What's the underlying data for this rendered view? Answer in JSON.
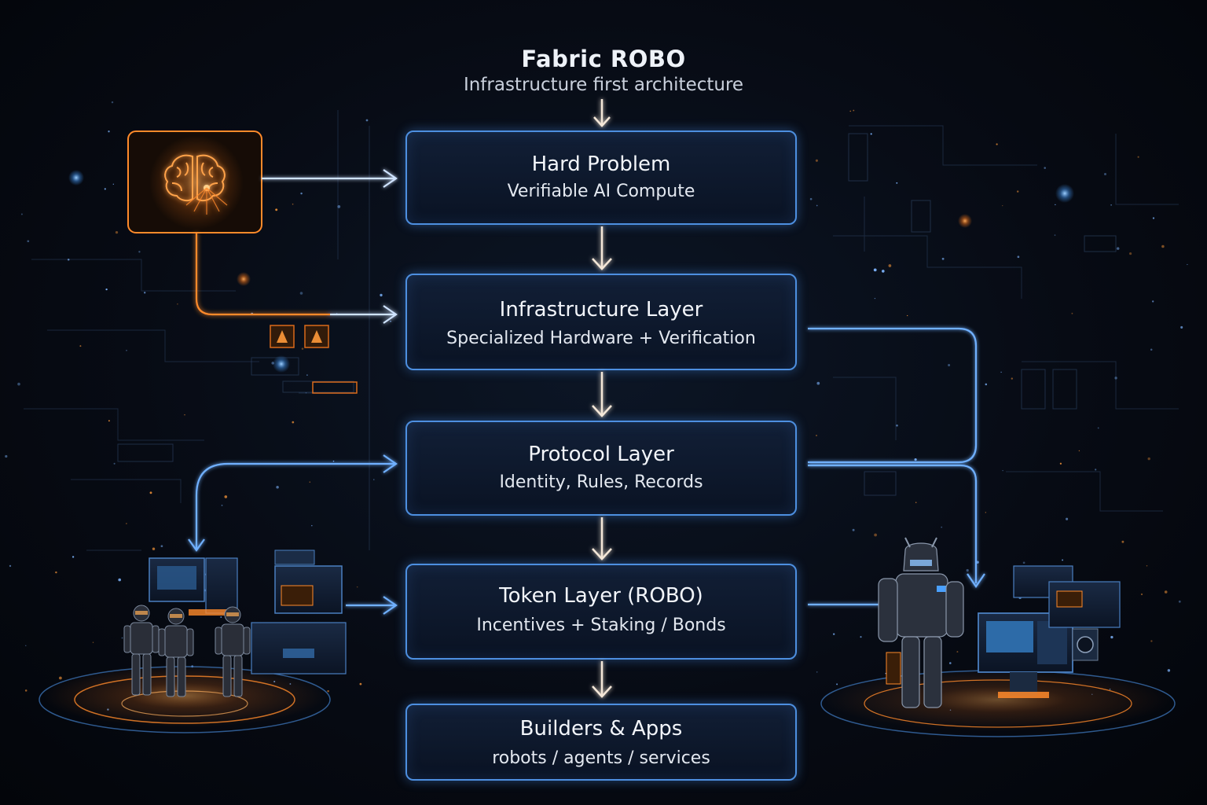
{
  "header": {
    "title": "Fabric ROBO",
    "subtitle": "Infrastructure first architecture"
  },
  "layers": [
    {
      "title": "Hard Problem",
      "subtitle": "Verifiable AI Compute"
    },
    {
      "title": "Infrastructure Layer",
      "subtitle": "Specialized Hardware + Verification"
    },
    {
      "title": "Protocol Layer",
      "subtitle": "Identity, Rules, Records"
    },
    {
      "title": "Token Layer (ROBO)",
      "subtitle": "Incentives + Staking / Bonds"
    },
    {
      "title": "Builders & Apps",
      "subtitle": "robots / agents / services"
    }
  ],
  "icons": {
    "brain": "brain-icon",
    "robots_left": "humanoid-robots-icon",
    "robot_right": "robot-workstation-icon"
  },
  "colors": {
    "accent_blue": "#4d8fe0",
    "accent_orange": "#ff8a2a",
    "background": "#05070d",
    "text": "#eef2f8"
  }
}
